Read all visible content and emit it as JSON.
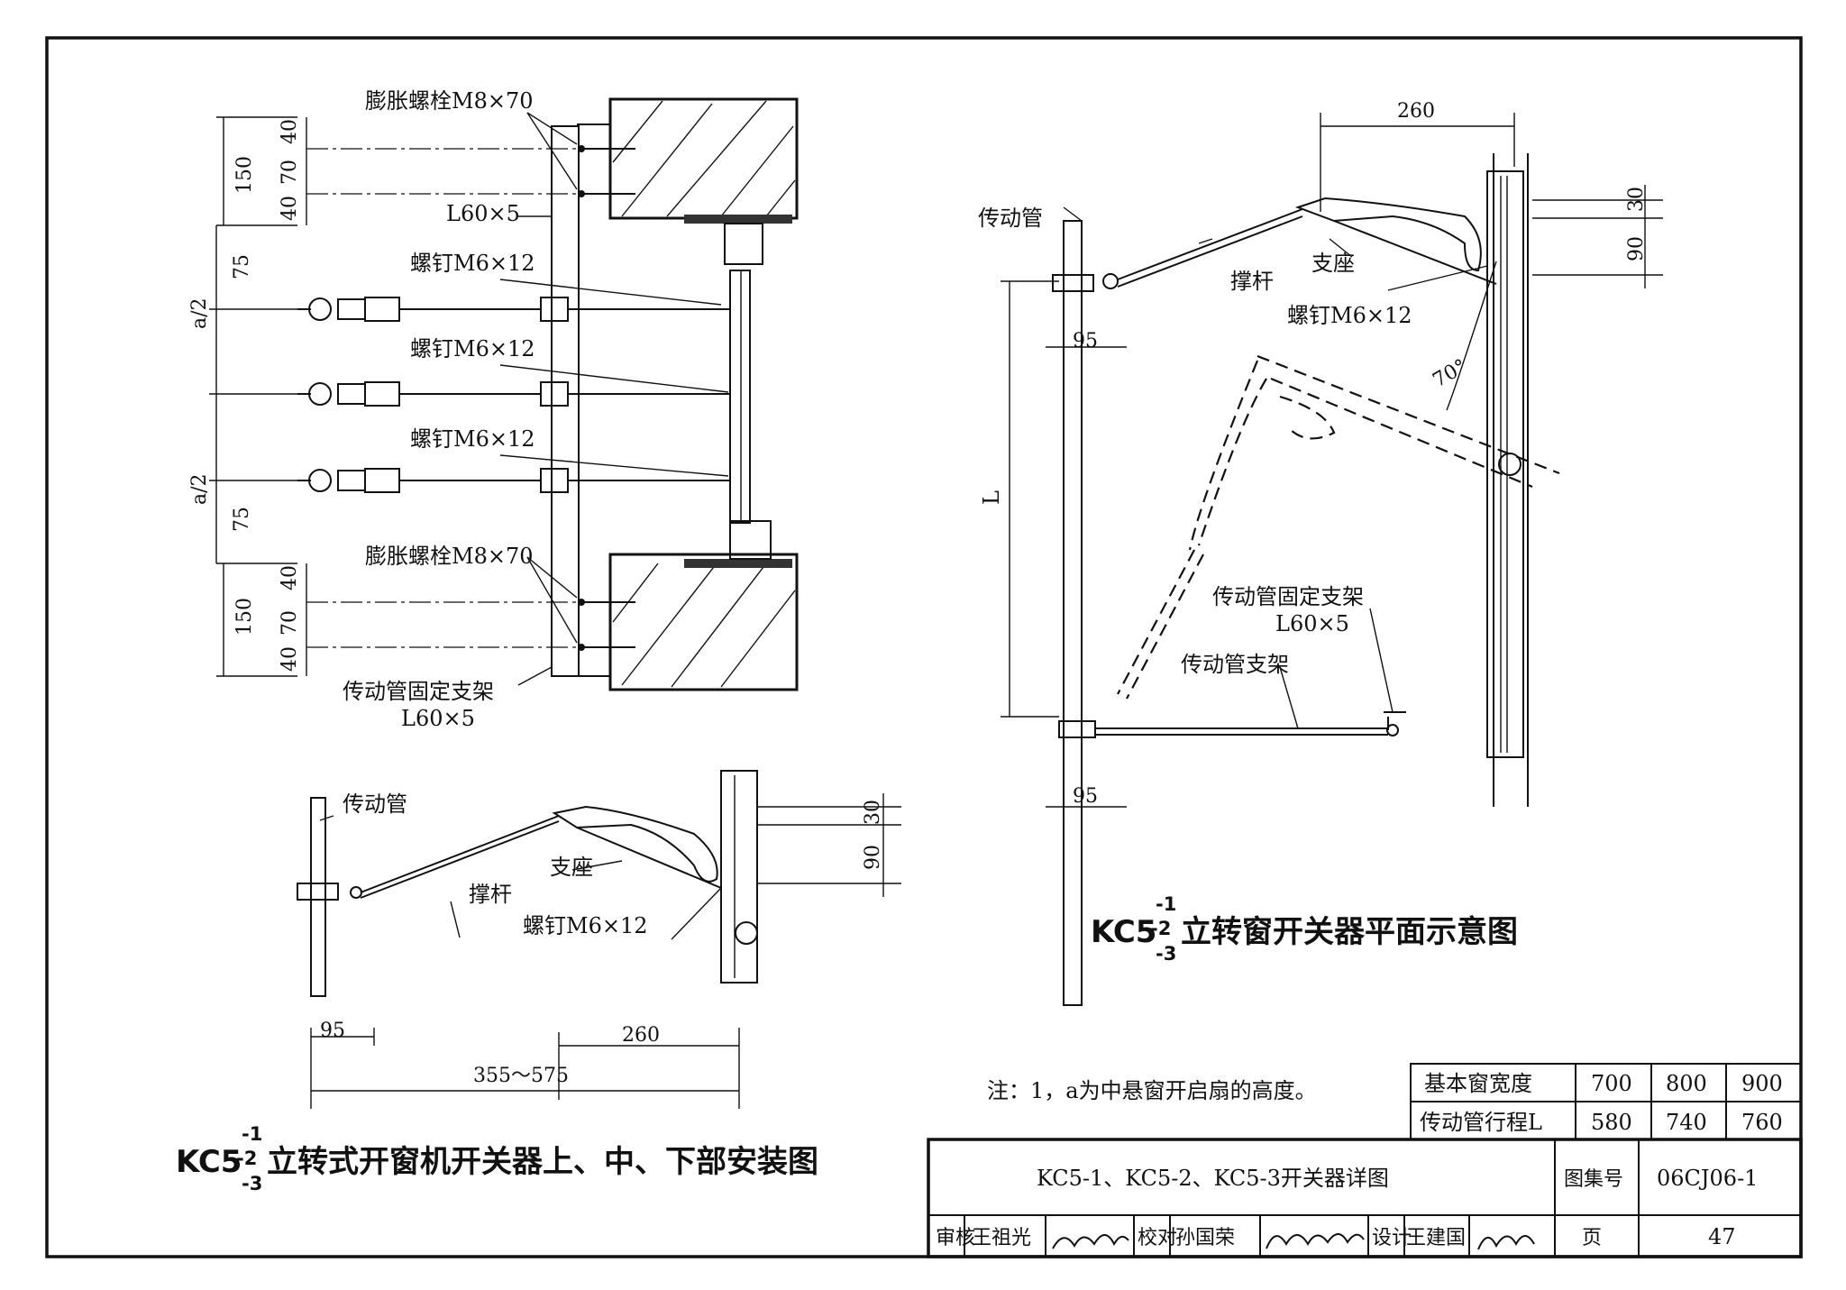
{
  "sheet": {
    "title": "KC5-1、KC5-2、KC5-3开关器详图",
    "atlas_label": "图集号",
    "atlas_no": "06CJ06-1",
    "page_label": "页",
    "page_no": "47",
    "review_label": "审核",
    "review_name": "王祖光",
    "check_label": "校对",
    "check_name": "孙国荣",
    "design_label": "设计",
    "design_name": "王建国"
  },
  "note": "注：1，a为中悬窗开启扇的高度。",
  "spec_table": {
    "headers": [
      "基本窗宽度",
      "传动管行程L"
    ],
    "rows": [
      [
        "700",
        "800",
        "900"
      ],
      [
        "580",
        "740",
        "760"
      ]
    ]
  },
  "fig_a": {
    "title_prefix": "KC5",
    "sub1": "-1",
    "sub2": "-2",
    "sub3": "-3",
    "title_main": "立转式开窗机开关器上、中、下部安装图"
  },
  "fig_b": {
    "title_prefix": "KC5",
    "sub1": "-1",
    "sub2": "-2",
    "sub3": "-3",
    "title_main": "立转窗开关器平面示意图"
  },
  "labels": {
    "expansion_bolt": "膨胀螺栓M8×70",
    "angle": "L60×5",
    "screw": "螺钉M6×12",
    "bracket": "传动管固定支架",
    "tube": "传动管",
    "support": "支座",
    "strut": "撑杆",
    "tube_support": "传动管支架",
    "length": "L",
    "angle70": "70°"
  },
  "dims": {
    "d150": "150",
    "d40": "40",
    "d70": "70",
    "d75": "75",
    "a2": "a/2",
    "d95": "95",
    "d260": "260",
    "d30": "30",
    "d90": "90",
    "range": "355～575"
  }
}
